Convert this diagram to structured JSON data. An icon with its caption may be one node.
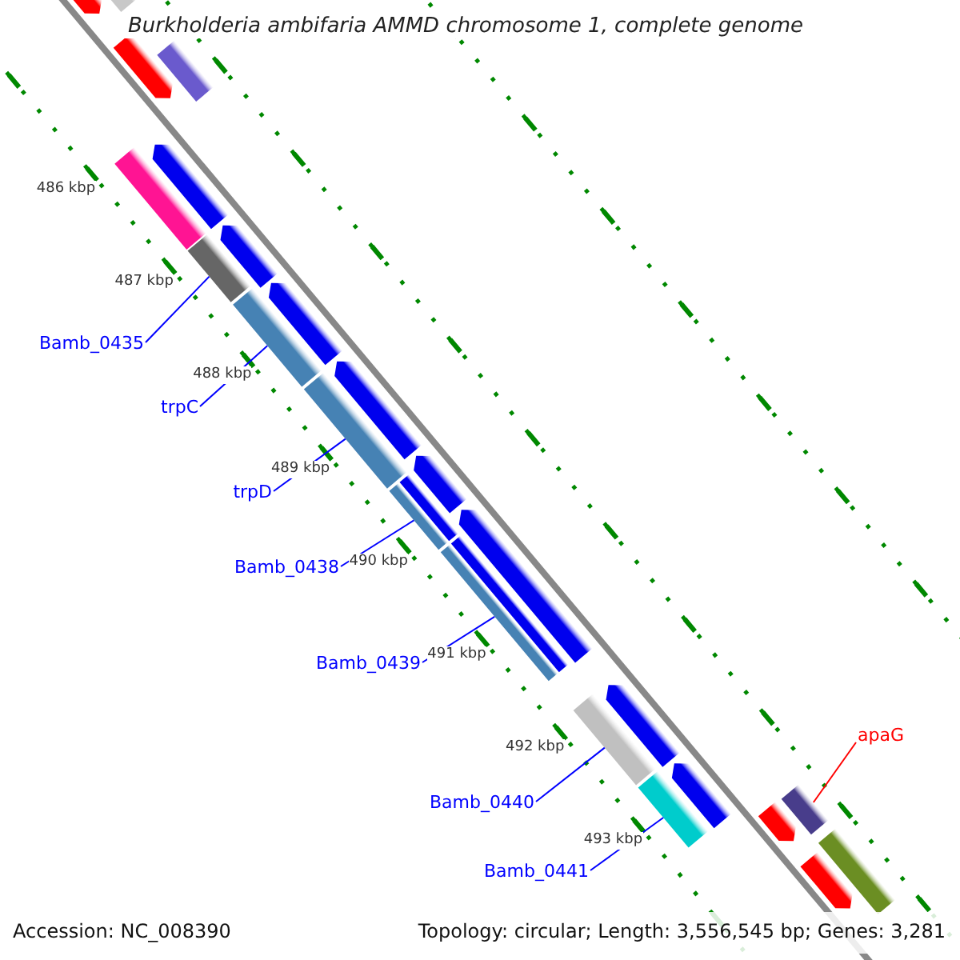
{
  "diagram": {
    "title": "Burkholderia ambifaria AMMD chromosome 1, complete genome",
    "nodes": [
      {
        "text": [
          "Bamb_0435"
        ]
      },
      {
        "text": [
          "trpC"
        ]
      },
      {
        "text": [
          "trpD"
        ]
      },
      {
        "text": [
          "Bamb_0438"
        ]
      },
      {
        "text": [
          "Bamb_0439"
        ]
      },
      {
        "text": [
          "Bamb_0440"
        ]
      },
      {
        "text": [
          "Bamb_0441"
        ]
      },
      {
        "text": [
          "apaG"
        ]
      },
      {
        "text": [],
        "shape": "arrow"
      },
      {
        "text": [],
        "shape": "bar"
      },
      {
        "text": [],
        "shape": "arrow"
      },
      {
        "text": [],
        "shape": "bar"
      },
      {
        "text": [],
        "shape": "bar"
      },
      {
        "text": [],
        "shape": "arrow"
      },
      {
        "text": [],
        "shape": "bar"
      },
      {
        "text": [],
        "shape": "arrow"
      },
      {
        "text": [],
        "shape": "bar"
      },
      {
        "text": [],
        "shape": "arrow"
      },
      {
        "text": [],
        "shape": "bar"
      },
      {
        "text": [],
        "shape": "arrow"
      },
      {
        "text": [],
        "shape": "arrow"
      },
      {
        "text": [],
        "shape": "bar"
      },
      {
        "text": [],
        "shape": "bar"
      },
      {
        "text": [],
        "shape": "arrow"
      },
      {
        "text": [],
        "shape": "bar"
      },
      {
        "text": [],
        "shape": "bar"
      },
      {
        "text": [],
        "shape": "bar"
      },
      {
        "text": [],
        "shape": "arrow"
      },
      {
        "text": [],
        "shape": "bar"
      },
      {
        "text": [],
        "shape": "arrow"
      },
      {
        "text": [],
        "shape": "arrow"
      },
      {
        "text": [],
        "shape": "bar"
      },
      {
        "text": [],
        "shape": "bar"
      },
      {
        "text": [],
        "shape": "arrow"
      }
    ],
    "edges": [
      {
        "from": 0,
        "to": 14,
        "arrow": "none"
      },
      {
        "from": 1,
        "to": 16,
        "arrow": "none"
      },
      {
        "from": 2,
        "to": 18,
        "arrow": "none"
      },
      {
        "from": 3,
        "to": 21,
        "arrow": "none"
      },
      {
        "from": 4,
        "to": 24,
        "arrow": "none"
      },
      {
        "from": 5,
        "to": 26,
        "arrow": "none"
      },
      {
        "from": 6,
        "to": 28,
        "arrow": "none"
      },
      {
        "from": 7,
        "to": 31,
        "arrow": "none",
        "color": "#ff0000"
      }
    ],
    "labels": [
      "486 kbp",
      "487 kbp",
      "488 kbp",
      "489 kbp",
      "490 kbp",
      "491 kbp",
      "492 kbp",
      "493 kbp",
      "Accession: NC_008390",
      "Topology: circular; Length: 3,556,545 bp; Genes: 3,281"
    ]
  }
}
